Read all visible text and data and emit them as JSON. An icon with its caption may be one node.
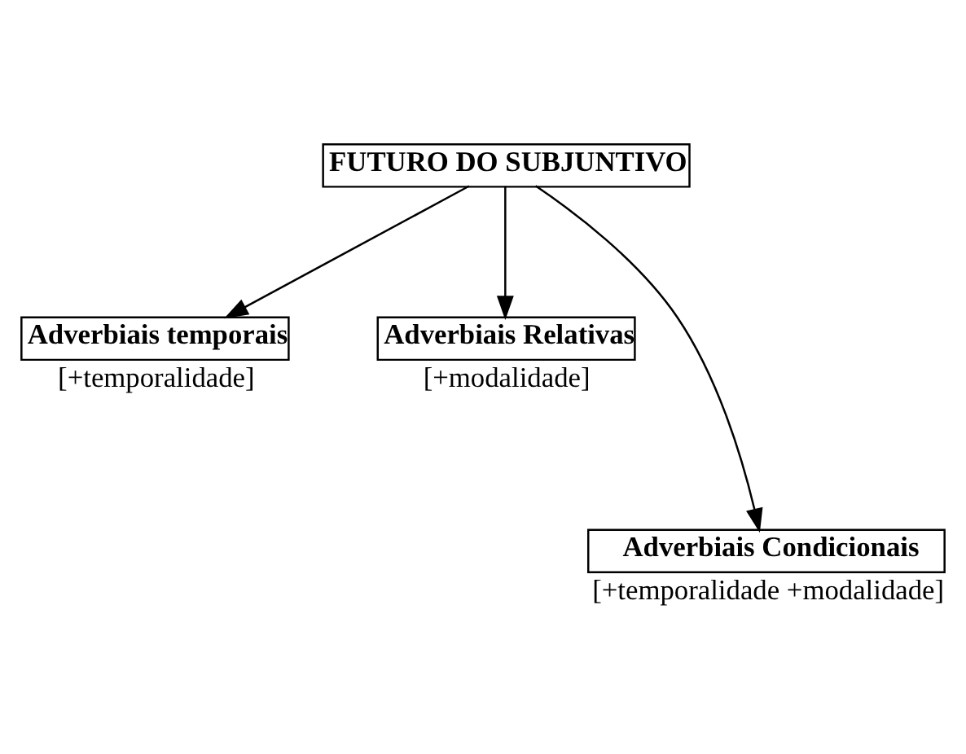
{
  "diagram": {
    "nodes": [
      {
        "text": [
          "FUTURO DO SUBJUNTIVO"
        ]
      },
      {
        "text": [
          "Adverbiais temporais"
        ],
        "beside": [
          "[+temporalidade]"
        ]
      },
      {
        "text": [
          "Adverbiais Relativas"
        ],
        "beside": [
          "[+modalidade]"
        ]
      },
      {
        "text": [
          "Adverbiais Condicionais"
        ],
        "beside": [
          "[+temporalidade +modalidade]"
        ]
      }
    ],
    "edges": [
      {
        "from": 0,
        "to": 1,
        "arrow": "to"
      },
      {
        "from": 0,
        "to": 3,
        "arrow": "to"
      },
      {
        "from": 0,
        "to": 2,
        "arrow": "to"
      }
    ]
  }
}
